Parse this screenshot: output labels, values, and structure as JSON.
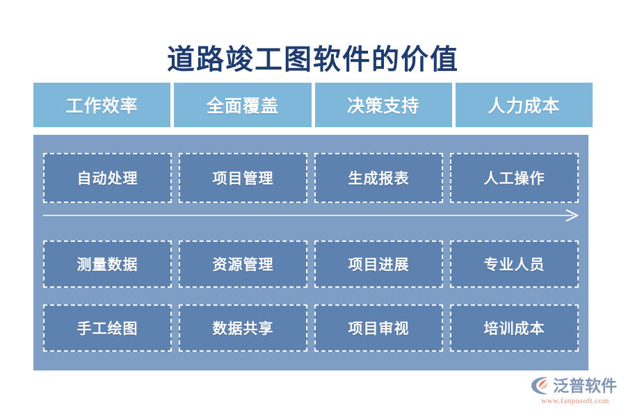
{
  "title": "道路竣工图软件的价值",
  "colors": {
    "background": "#ffffff",
    "title_text": "#1f3c6e",
    "header_card": "#7db7da",
    "panel": "#7e9ec6",
    "cell": "#5e82b0",
    "cell_border": "#ffffff",
    "arrow": "#ffffff",
    "logo_word": "#8296b4",
    "logo_url": "#e08b6e",
    "logo_mark_blue": "#8296b4",
    "logo_mark_orange": "#e8846a"
  },
  "headers": [
    {
      "label": "工作效率"
    },
    {
      "label": "全面覆盖"
    },
    {
      "label": "决策支持"
    },
    {
      "label": "人力成本"
    }
  ],
  "rows": [
    {
      "cells": [
        {
          "label": "自动处理"
        },
        {
          "label": "项目管理"
        },
        {
          "label": "生成报表"
        },
        {
          "label": "人工操作"
        }
      ]
    },
    {
      "cells": [
        {
          "label": "测量数据"
        },
        {
          "label": "资源管理"
        },
        {
          "label": "项目进展"
        },
        {
          "label": "专业人员"
        }
      ]
    },
    {
      "cells": [
        {
          "label": "手工绘图"
        },
        {
          "label": "数据共享"
        },
        {
          "label": "项目审视"
        },
        {
          "label": "培训成本"
        }
      ]
    }
  ],
  "arrow": {
    "name": "progress-arrow",
    "direction": "right"
  },
  "logo": {
    "brand": "泛普软件",
    "url": "www.fanpusoft.com"
  }
}
